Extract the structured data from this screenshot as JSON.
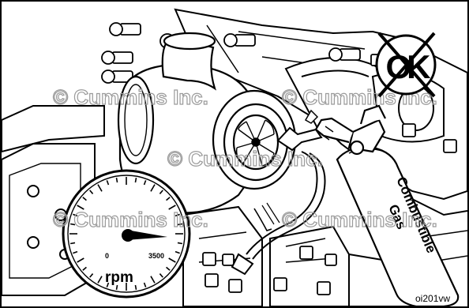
{
  "watermark": {
    "text": "© Cummins Inc.",
    "color": "#9a9a9a"
  },
  "gauge": {
    "unit_label": "rpm",
    "min_label": "0",
    "max_label": "3500"
  },
  "gas_cylinder": {
    "line1": "Combustible",
    "line2": "Gas"
  },
  "not_ok_symbol": {
    "text": "OK",
    "meaning": "crossed-out"
  },
  "figure_code": "oi201vw",
  "colors": {
    "line": "#000000",
    "background": "#ffffff",
    "watermark": "#9a9a9a"
  }
}
